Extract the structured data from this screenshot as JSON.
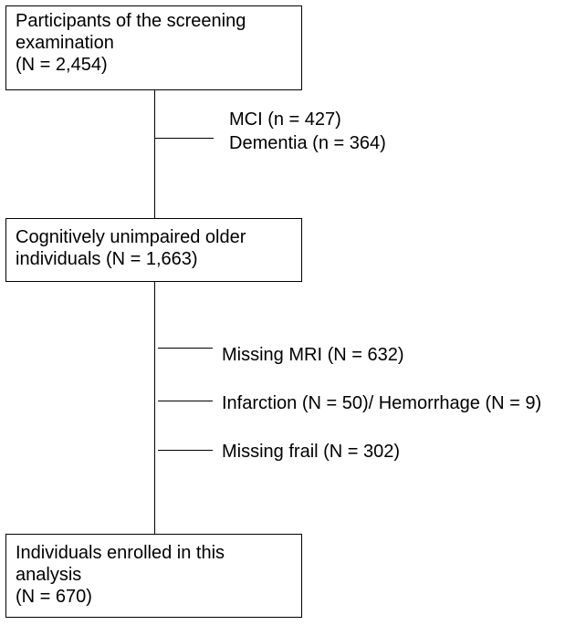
{
  "boxes": {
    "screening": {
      "line1": "Participants of the screening",
      "line2": "examination",
      "line3": "(N = 2,454)"
    },
    "unimpaired": {
      "line1": "Cognitively unimpaired older",
      "line2": "individuals (N = 1,663)"
    },
    "enrolled": {
      "line1": "Individuals enrolled in this",
      "line2": "analysis",
      "line3": "(N = 670)"
    }
  },
  "exclusions": {
    "stage1": {
      "mci": "MCI (n = 427)",
      "dementia": "Dementia (n = 364)"
    },
    "stage2": {
      "missing_mri": "Missing MRI (N = 632)",
      "infarction": "Infarction (N = 50)/ Hemorrhage (N = 9)",
      "missing_frail": "Missing frail (N = 302)"
    }
  }
}
